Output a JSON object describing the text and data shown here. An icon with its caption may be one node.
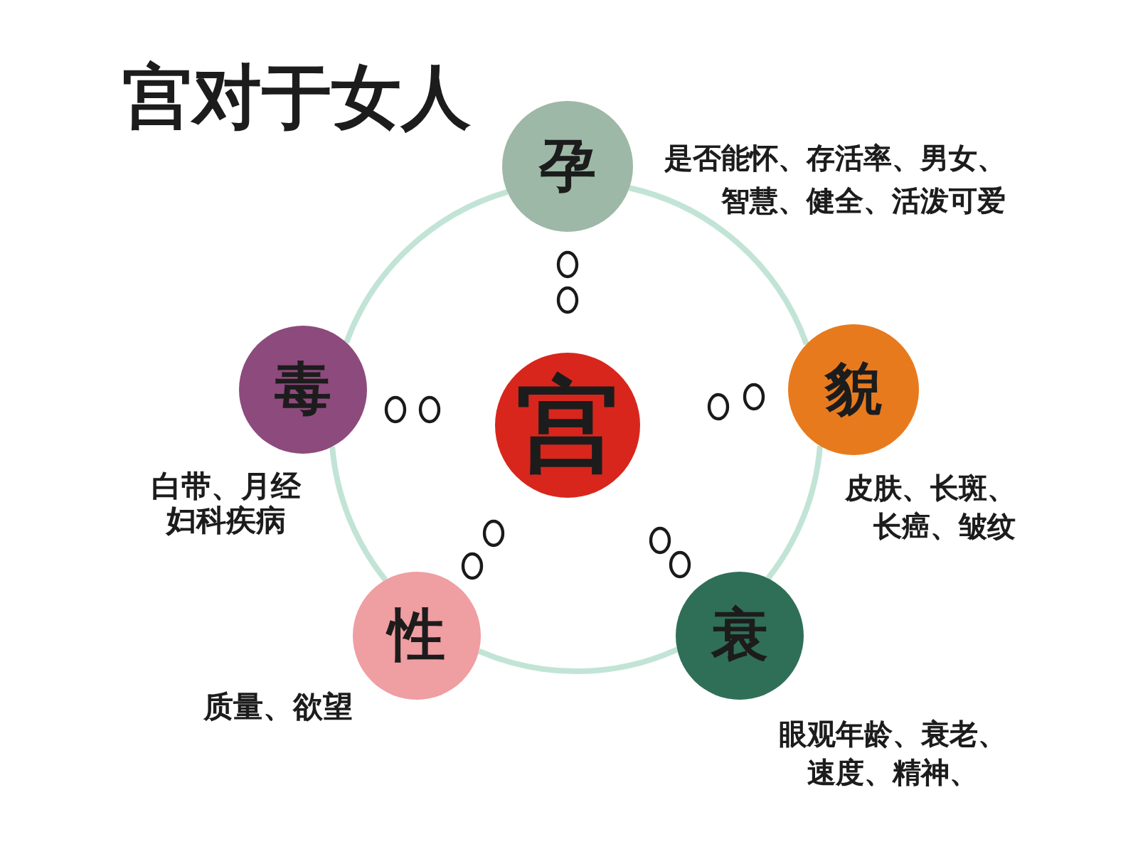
{
  "diagram": {
    "title": "宫对于女人",
    "nodes": [
      {
        "text": [
          "孕"
        ],
        "beside": [
          "是否能怀、存活率、男女、智慧、健全、活泼可爱"
        ]
      },
      {
        "text": [
          "毒"
        ],
        "beside": [
          "白带、月经妇科疾病"
        ]
      },
      {
        "text": [
          "宫"
        ]
      },
      {
        "text": [
          "貌"
        ],
        "beside": [
          "皮肤、长斑、长癌、皱纹"
        ]
      },
      {
        "text": [
          "性"
        ],
        "beside": [
          "质量、欲望"
        ]
      },
      {
        "text": [
          "衰"
        ],
        "beside": [
          "眼观年龄、衰老、速度、精神、"
        ]
      }
    ],
    "edges": [
      {
        "from": 0,
        "to": 3,
        "arrow": "none"
      },
      {
        "from": 3,
        "to": 5,
        "arrow": "none"
      },
      {
        "from": 5,
        "to": 4,
        "arrow": "none"
      },
      {
        "from": 4,
        "to": 1,
        "arrow": "none"
      },
      {
        "from": 1,
        "to": 0,
        "arrow": "none"
      }
    ]
  }
}
